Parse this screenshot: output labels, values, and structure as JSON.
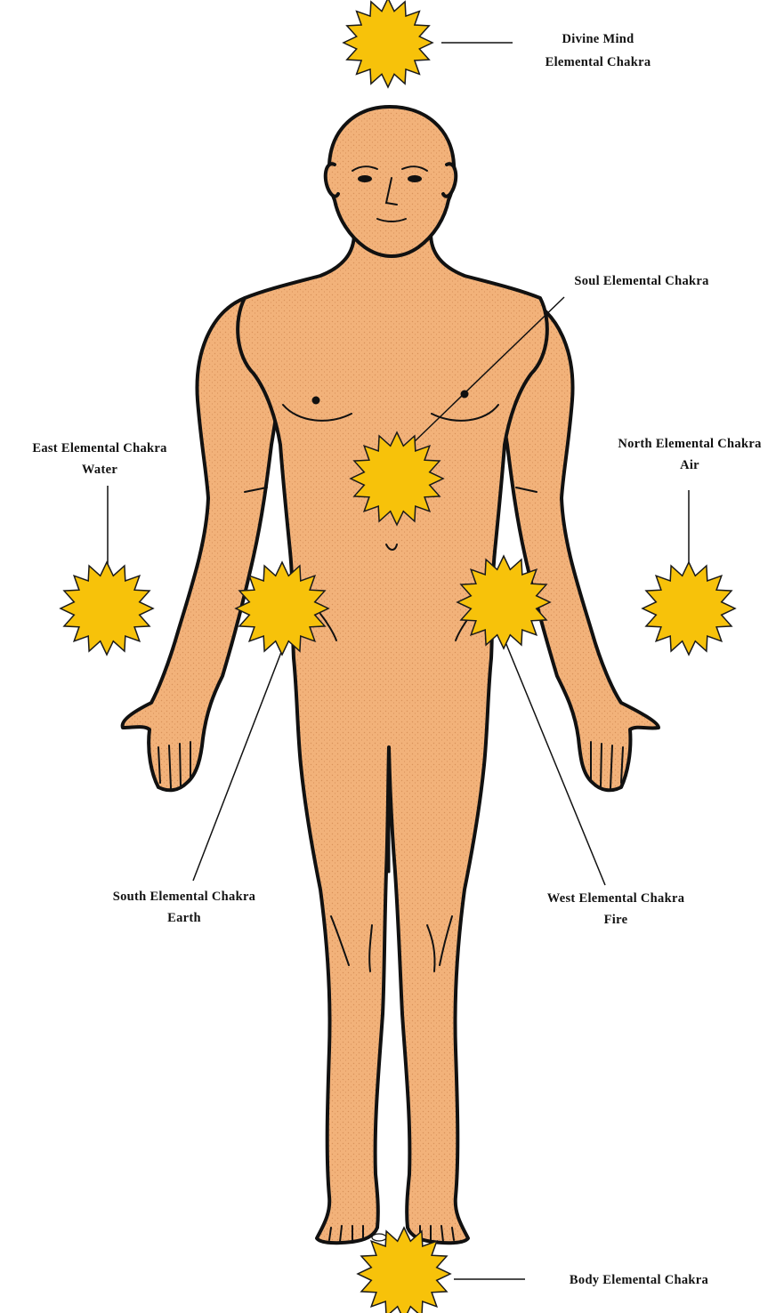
{
  "colors": {
    "skin": "#F2B27A",
    "skin_stipple": "#D9925A",
    "outline": "#111111",
    "chakra_fill": "#F7C20A",
    "chakra_stroke": "#1A1A1A",
    "background": "#FFFFFF"
  },
  "labels": {
    "divine": [
      "Divine Mind",
      "Elemental Chakra"
    ],
    "soul": [
      "Soul Elemental Chakra"
    ],
    "east": [
      "East Elemental Chakra",
      "Water"
    ],
    "north": [
      "North Elemental Chakra",
      "Air"
    ],
    "south": [
      "South Elemental Chakra",
      "Earth"
    ],
    "west": [
      "West Elemental Chakra",
      "Fire"
    ],
    "body": [
      "Body Elemental Chakra"
    ]
  },
  "icons": {
    "chakra": "starburst-icon",
    "figure": "human-figure-icon"
  }
}
